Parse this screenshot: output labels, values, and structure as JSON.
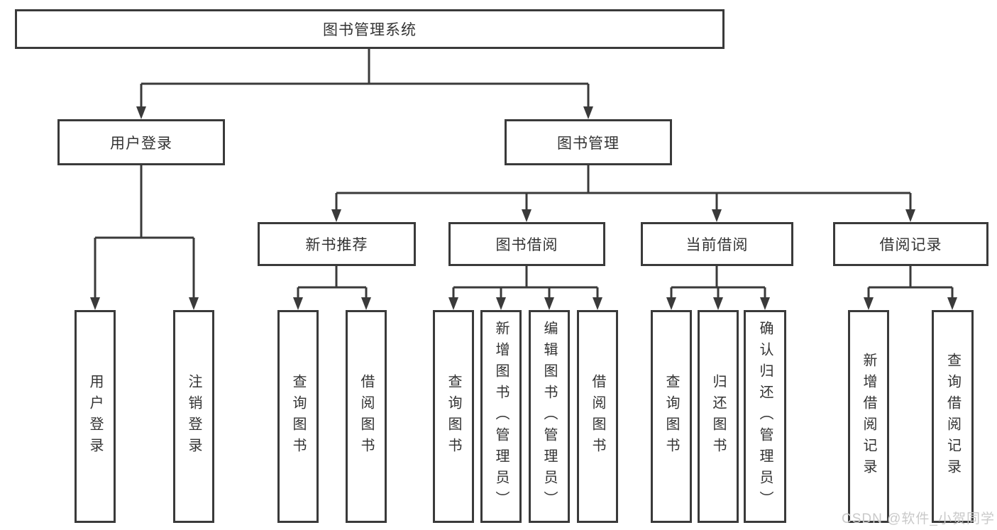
{
  "diagram": {
    "colors": {
      "line": "#3a3a3a",
      "text": "#333333",
      "background": "#ffffff",
      "watermark": "#c9c9c9"
    },
    "root": {
      "label": "图书管理系统"
    },
    "level2": [
      {
        "label": "用户登录"
      },
      {
        "label": "图书管理"
      }
    ],
    "level3": [
      {
        "label": "新书推荐",
        "parent": "图书管理"
      },
      {
        "label": "图书借阅",
        "parent": "图书管理"
      },
      {
        "label": "当前借阅",
        "parent": "图书管理"
      },
      {
        "label": "借阅记录",
        "parent": "图书管理"
      }
    ],
    "leaves": [
      {
        "label": "用户登录",
        "parent": "用户登录"
      },
      {
        "label": "注销登录",
        "parent": "用户登录"
      },
      {
        "label": "查询图书",
        "parent": "新书推荐"
      },
      {
        "label": "借阅图书",
        "parent": "新书推荐"
      },
      {
        "label": "查询图书",
        "parent": "图书借阅"
      },
      {
        "label": "新增图书（管理员）",
        "parent": "图书借阅"
      },
      {
        "label": "编辑图书（管理员）",
        "parent": "图书借阅"
      },
      {
        "label": "借阅图书",
        "parent": "图书借阅"
      },
      {
        "label": "查询图书",
        "parent": "当前借阅"
      },
      {
        "label": "归还图书",
        "parent": "当前借阅"
      },
      {
        "label": "确认归还（管理员）",
        "parent": "当前借阅"
      },
      {
        "label": "新增借阅记录",
        "parent": "借阅记录"
      },
      {
        "label": "查询借阅记录",
        "parent": "借阅记录"
      }
    ],
    "watermark": "CSDN @软件_小贺同学"
  }
}
